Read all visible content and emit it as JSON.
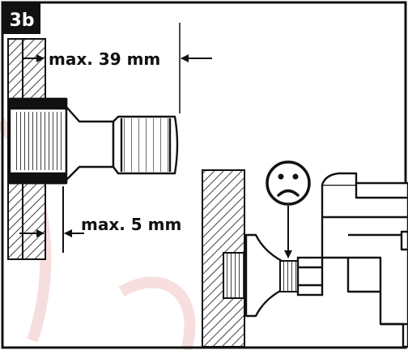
{
  "figure": {
    "step_label": "3b",
    "dim_top": "max. 39 mm",
    "dim_bottom": "max. 5 mm",
    "status_icon": "sad-face-icon",
    "colors": {
      "ink": "#111111",
      "badge_bg": "#111111",
      "badge_text": "#ffffff",
      "watermark": "#f2c9c9",
      "background": "#ffffff"
    }
  }
}
